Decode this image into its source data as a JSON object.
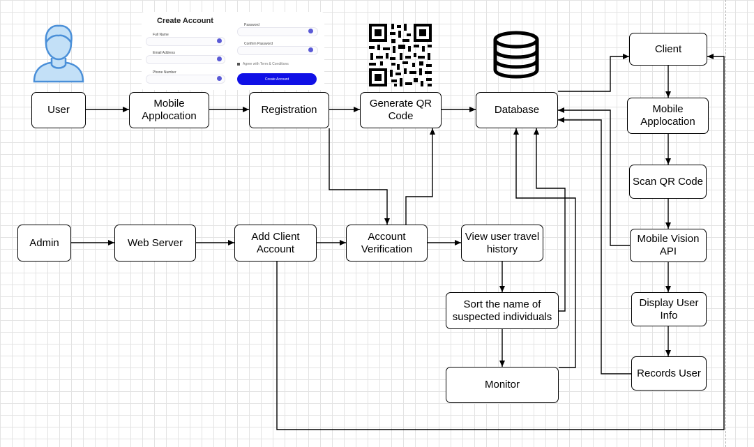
{
  "nodes": {
    "user": "User",
    "mobile_app_top": "Mobile\nApplocation",
    "registration": "Registration",
    "generate_qr": "Generate QR\nCode",
    "database": "Database",
    "client": "Client",
    "mobile_app_right": "Mobile\nApplocation",
    "scan_qr": "Scan QR Code",
    "mobile_vision": "Mobile Vision\nAPI",
    "display_user_info": "Display User\nInfo",
    "records_user": "Records User",
    "admin": "Admin",
    "web_server": "Web Server",
    "add_client_account": "Add Client\nAccount",
    "account_verification": "Account\nVerification",
    "view_travel_history": "View user travel\nhistory",
    "sort_suspected": "Sort the name of\nsuspected individuals",
    "monitor": "Monitor"
  },
  "signup_form": {
    "title": "Create Account",
    "full_name_label": "Full Name",
    "email_label": "Email Address",
    "phone_label": "Phone Number",
    "password_label": "Password",
    "confirm_password_label": "Confirm Password",
    "agree_text": "Agree with Term & Conditions",
    "button_label": "Create Account"
  },
  "icons": {
    "user_avatar": "user-avatar-icon",
    "qr_code": "qr-code-icon",
    "database": "database-icon"
  },
  "colors": {
    "avatar_fill": "#c3e0f7",
    "avatar_stroke": "#4a8fd8",
    "form_button": "#1010e6",
    "line": "#000000"
  }
}
